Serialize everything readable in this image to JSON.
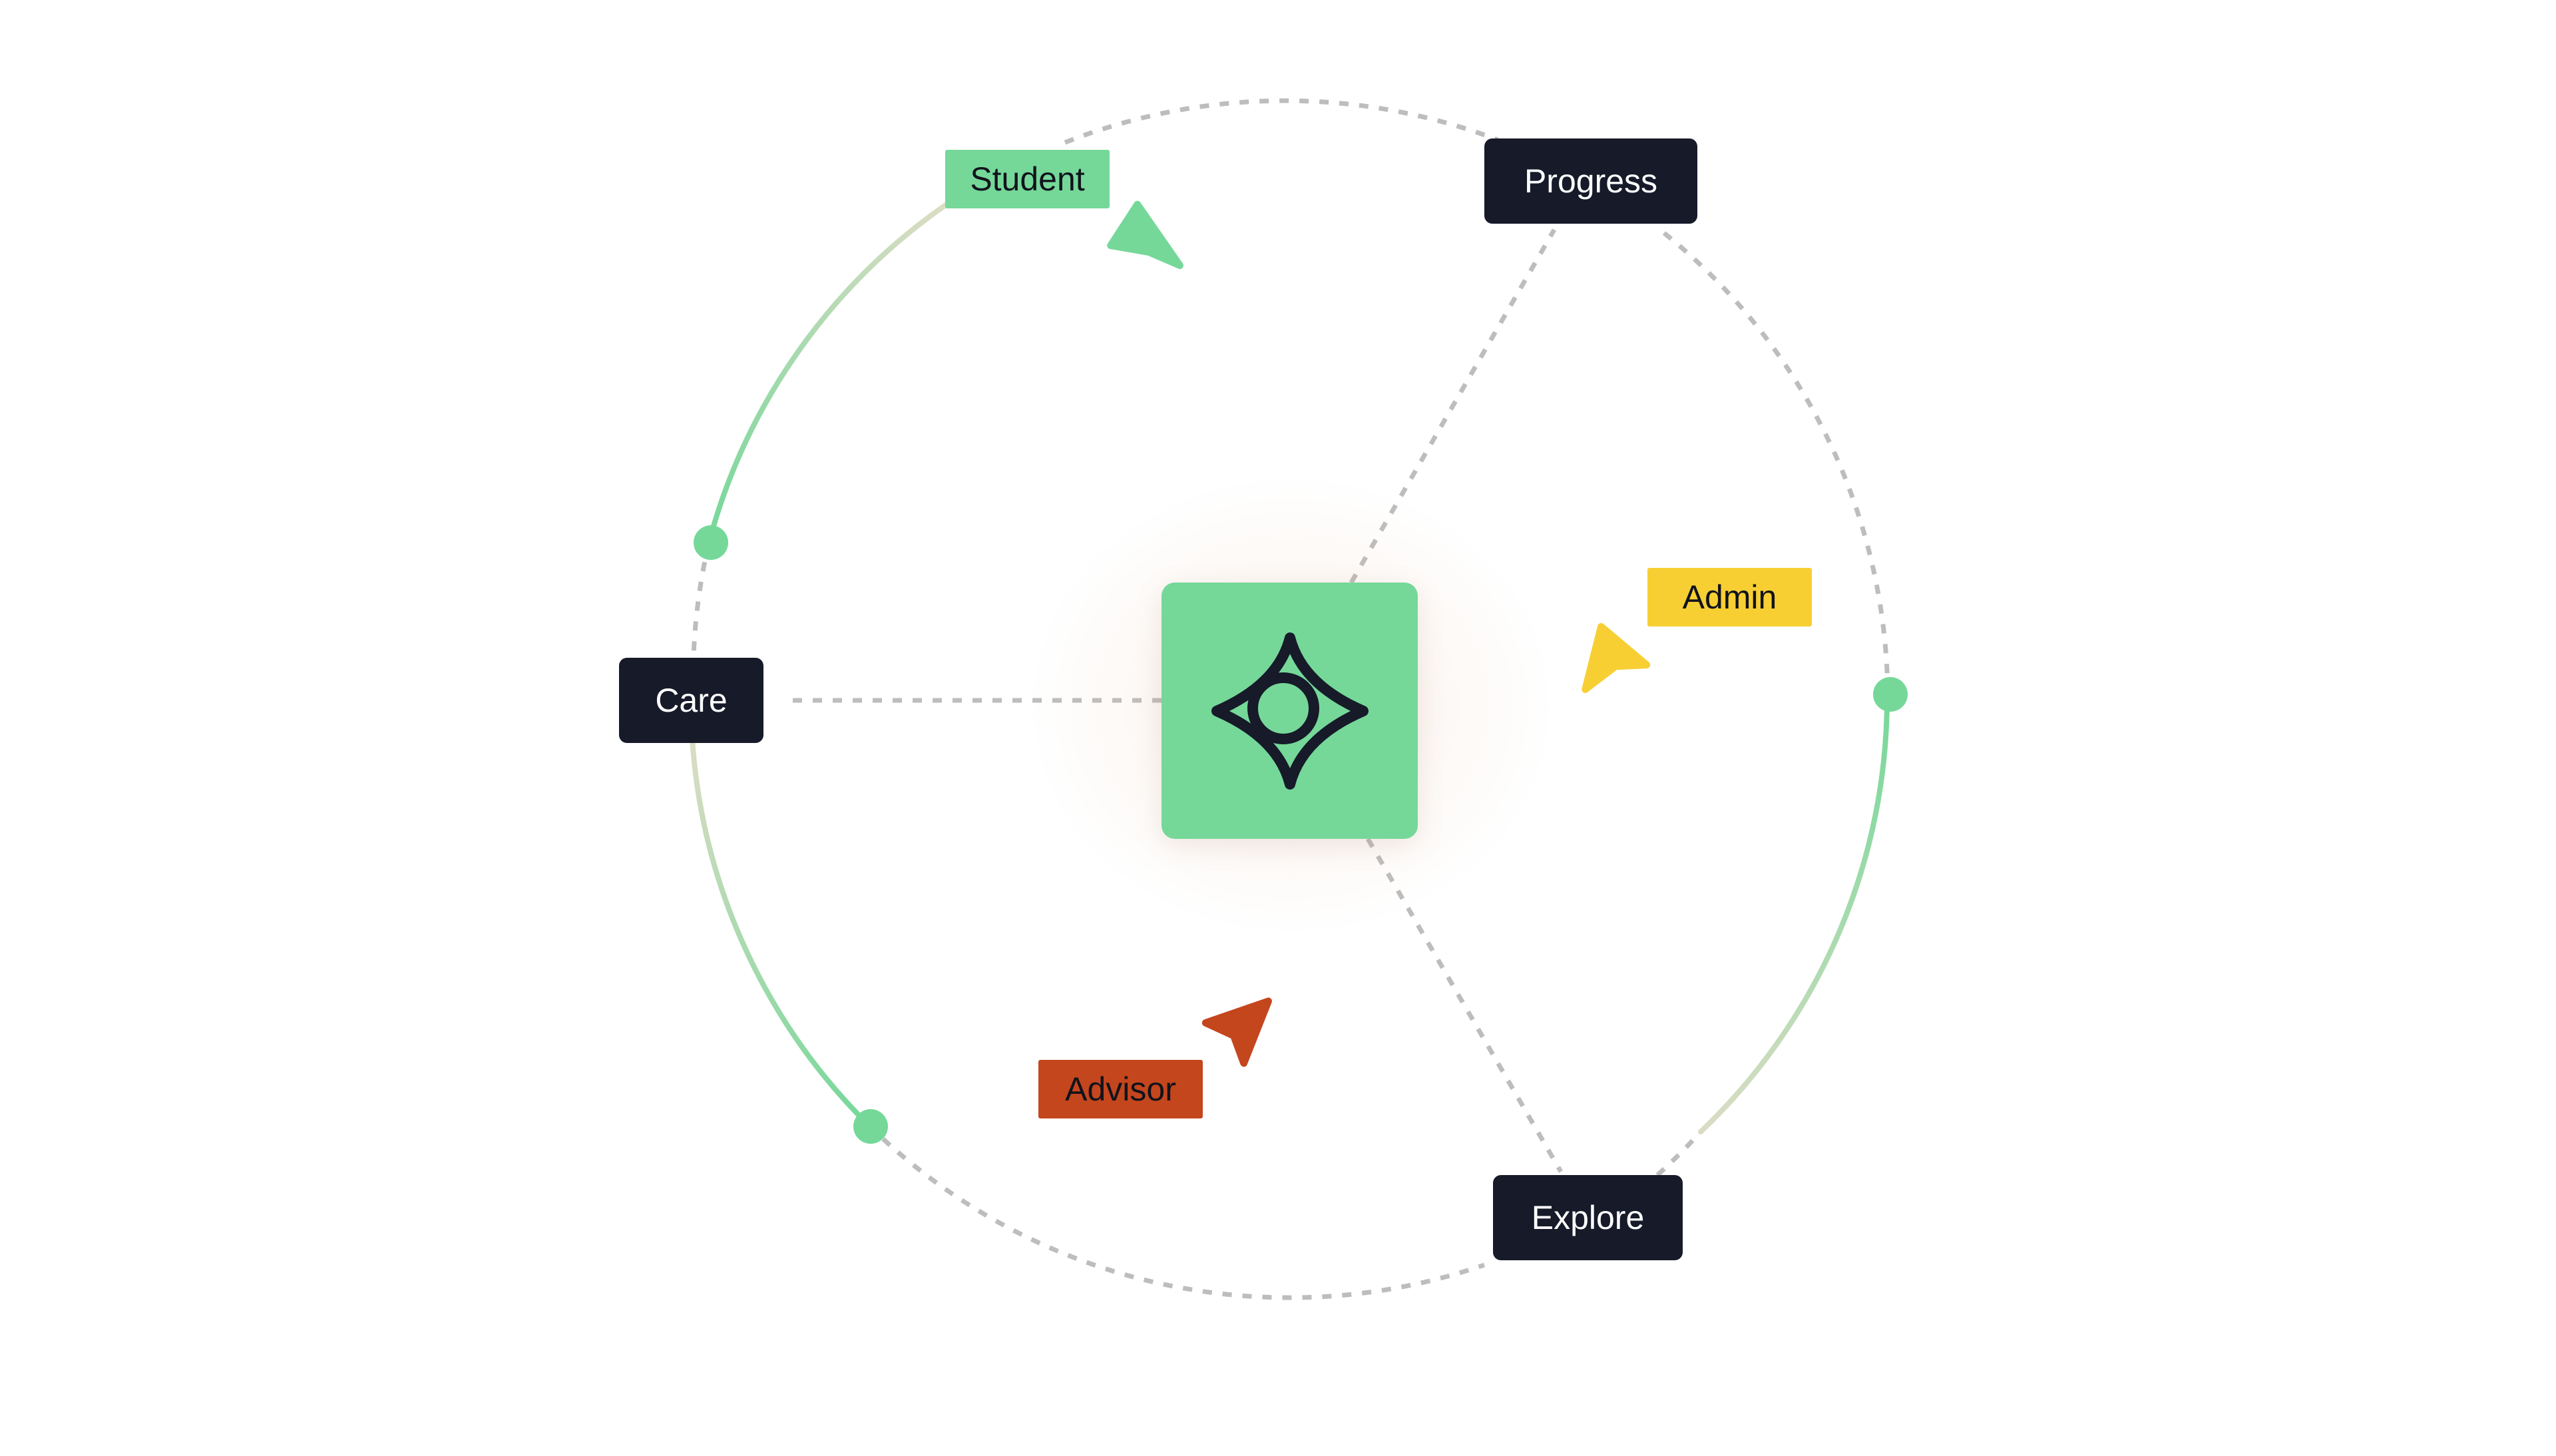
{
  "nodes": {
    "progress": "Progress",
    "care": "Care",
    "explore": "Explore"
  },
  "personas": {
    "student": {
      "label": "Student",
      "color": "#75d899"
    },
    "admin": {
      "label": "Admin",
      "color": "#f7cf33"
    },
    "advisor": {
      "label": "Advisor",
      "color": "#c4461d"
    }
  },
  "colors": {
    "node_bg": "#161a29",
    "center_tile": "#75d899",
    "arc_green": "#75d899",
    "dashed_line": "#bdbdbd",
    "logo_stroke": "#161a29"
  },
  "center": {
    "icon": "compass-star-logo-icon"
  }
}
